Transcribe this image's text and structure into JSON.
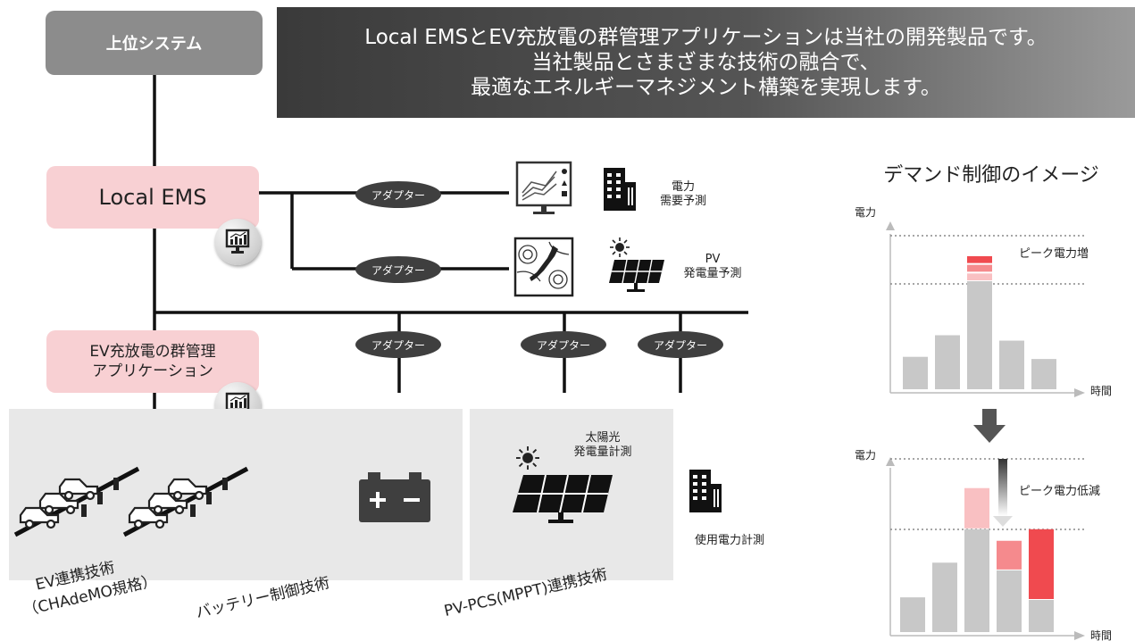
{
  "top_system": "上位システム",
  "banner": {
    "line1": "Local EMSとEV充放電の群管理アプリケーションは当社の開発製品です。",
    "line2": "当社製品とさまざまな技術の融合で、",
    "line3": "最適なエネルギーマネジメント構築を実現します。"
  },
  "local_ems": "Local EMS",
  "ev_group": {
    "line1": "EV充放電の群管理",
    "line2": "アプリケーション"
  },
  "adapter_label": "アダプター",
  "demand_forecast": {
    "line1": "電力",
    "line2": "需要予測"
  },
  "pv_forecast": {
    "line1": "PV",
    "line2": "発電量予測"
  },
  "solar_measure": {
    "line1": "太陽光",
    "line2": "発電量計測"
  },
  "power_measure": "使用電力計測",
  "tech": {
    "ev_line1": "EV連携技術",
    "ev_line2": "（CHAdeMO規格）",
    "battery": "バッテリー制御技術",
    "pv": "PV-PCS(MPPT)連携技術"
  },
  "demand": {
    "title": "デマンド制御のイメージ",
    "ylabel": "電力",
    "xlabel": "時間",
    "peak_up": "ピーク電力増",
    "peak_down": "ピーク電力低減"
  },
  "chart_data": [
    {
      "type": "bar",
      "ylabel": "電力",
      "xlabel": "時間",
      "series": [
        {
          "values": [
            3,
            5,
            10,
            4.5,
            2.8
          ]
        },
        {
          "values": [
            0,
            0,
            2.4,
            0,
            0
          ]
        }
      ],
      "annotations": [
        "ピーク電力増"
      ]
    },
    {
      "type": "bar",
      "ylabel": "電力",
      "xlabel": "時間",
      "series": [
        {
          "values": [
            2.7,
            5.4,
            8,
            4.8,
            2.5
          ]
        },
        {
          "values": [
            0,
            0,
            3.2,
            2.3,
            5.5
          ]
        }
      ],
      "annotations": [
        "ピーク電力低減"
      ]
    }
  ],
  "colors": {
    "pink_box": "#f8d0d3",
    "gray_box": "#8c8c8c",
    "adapter": "#3f3f3f",
    "bar_gray": "#c8c8c8",
    "bar_red": "#f04a4f",
    "bar_red_mid": "#f58a8d",
    "bar_red_light": "#f9c0c2"
  },
  "icons": [
    "monitor-chart-icon",
    "line-chart-display-icon",
    "building-icon",
    "weather-map-icon",
    "sun-icon",
    "solar-panel-icon",
    "battery-icon",
    "ev-car-icon",
    "down-arrow-icon"
  ]
}
